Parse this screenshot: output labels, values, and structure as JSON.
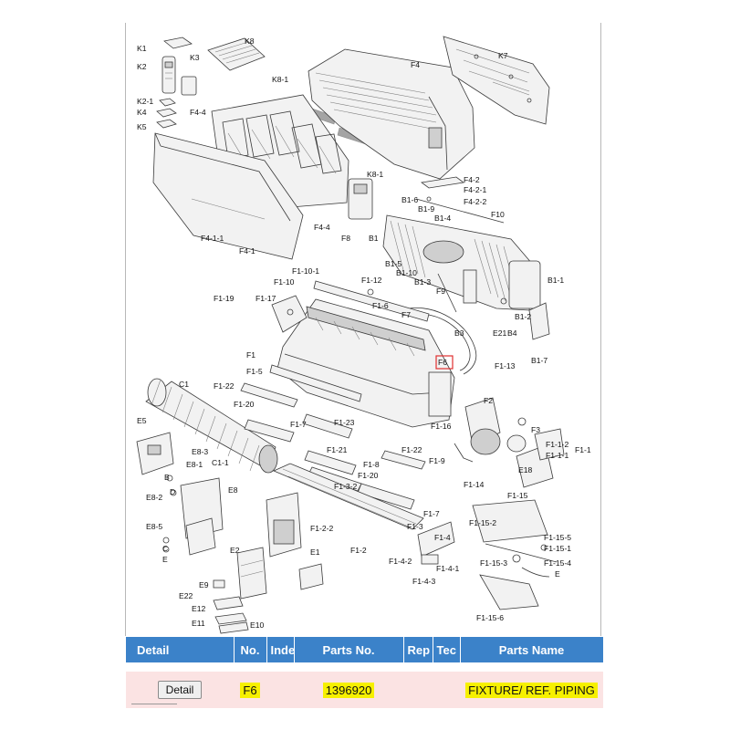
{
  "diagram": {
    "labels": [
      "K1",
      "K2",
      "K3",
      "K8",
      "K2-1",
      "K4",
      "K5",
      "F4",
      "K7",
      "K8-1",
      "F4-4",
      "F4-2",
      "F4-2-1",
      "F4-2-2",
      "K8-1",
      "B1-6",
      "B1-9",
      "F10",
      "B1-4",
      "B1",
      "F4-4",
      "F8",
      "F4-1-1",
      "F4-1",
      "B1-5",
      "B1-10",
      "B1-3",
      "B1-1",
      "F1-10-1",
      "F1-12",
      "F9",
      "F1-10",
      "F1-19",
      "F1-17",
      "F1-6",
      "F7",
      "B3",
      "E21",
      "B4",
      "B1-2",
      "B1-7",
      "F1",
      "F6",
      "F1-13",
      "F1-5",
      "C1",
      "F1-22",
      "F1-20",
      "F2",
      "F1-23",
      "E5",
      "F1-7",
      "F1-16",
      "F3",
      "F1-1-2",
      "F1-1-1",
      "F1-1",
      "F1-21",
      "F1-22",
      "E8-3",
      "E8-1",
      "F1-9",
      "C1-1",
      "F1-8",
      "F1-20",
      "E18",
      "B",
      "E8",
      "F1-14",
      "F1-3-2",
      "F1-15",
      "E8-2",
      "D",
      "F1-7",
      "F1-15-2",
      "E8-5",
      "F1-2-2",
      "F1-3",
      "F1-15-5",
      "C",
      "E",
      "F1-4",
      "F1-15-1",
      "E2",
      "E1",
      "F1-2",
      "F1-4-2",
      "F1-15-3",
      "F1-15-4",
      "F1-4-1",
      "E",
      "F1-4-3",
      "E9",
      "E22",
      "E12",
      "F1-15-6",
      "E11",
      "E10"
    ]
  },
  "table": {
    "headers": [
      "Detail",
      "No.",
      "Inde",
      "Parts No.",
      "Rep",
      "Tec",
      "Parts Name"
    ],
    "row": {
      "button": "Detail",
      "no": "F6",
      "index": "",
      "parts_no": "1396920",
      "rep": "",
      "tec": "",
      "parts_name": "FIXTURE/ REF. PIPING"
    }
  },
  "colors": {
    "header_blue": "#3b82c9",
    "row_pink": "#fbe3e3",
    "highlight_yellow": "#f6f000",
    "selection_red": "#e03030"
  }
}
